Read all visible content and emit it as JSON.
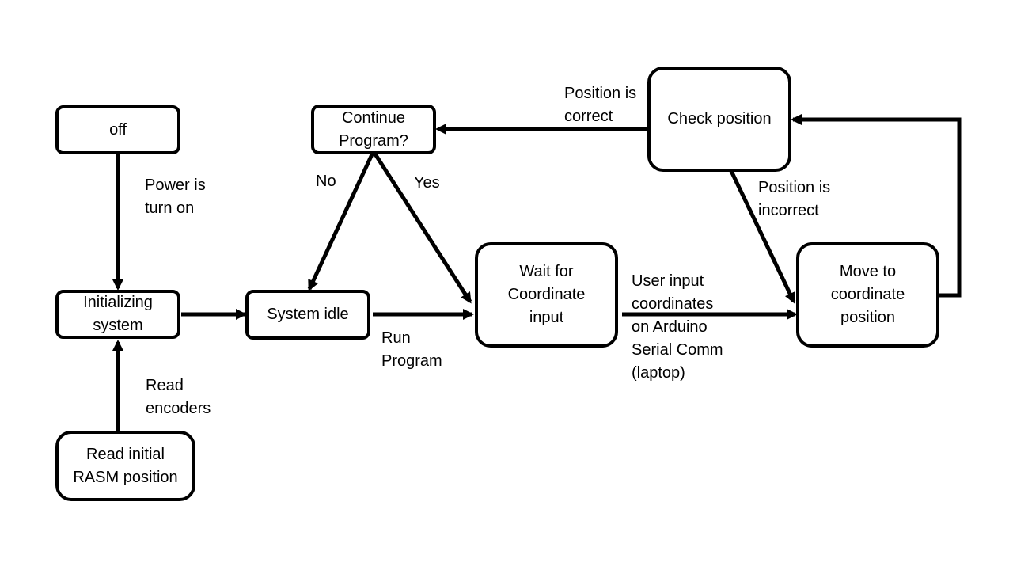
{
  "nodes": {
    "off": "off",
    "init": "Initializing\nsystem",
    "read_initial": "Read initial\nRASM position",
    "idle": "System idle",
    "continue": "Continue\nProgram?",
    "wait": "Wait for\nCoordinate\ninput",
    "check": "Check position",
    "move": "Move to\ncoordinate\nposition"
  },
  "labels": {
    "power_on": "Power is\nturn on",
    "read_encoders": "Read\nencoders",
    "run_program": "Run\nProgram",
    "no": "No",
    "yes": "Yes",
    "user_input": "User input\ncoordinates\non Arduino\nSerial Comm\n(laptop)",
    "pos_correct": "Position is\ncorrect",
    "pos_incorrect": "Position is\nincorrect"
  }
}
